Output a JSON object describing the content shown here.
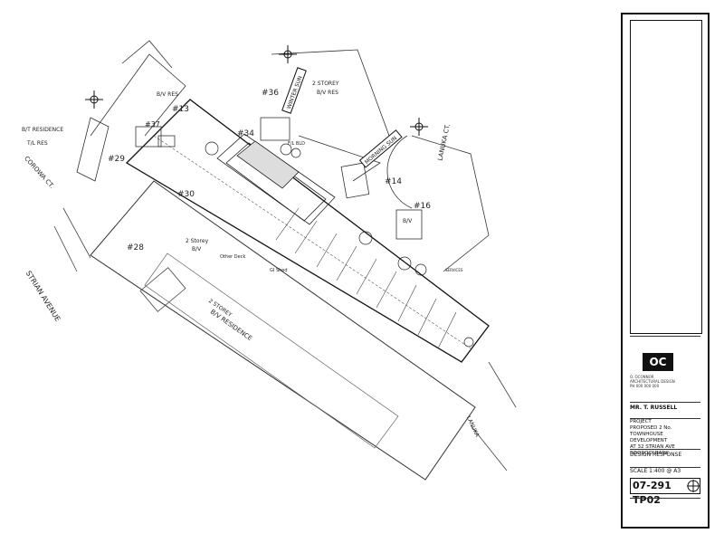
{
  "plan": {
    "street_labels": {
      "strian_avenue": "STRIAN AVENUE",
      "corowa_ct": "COROWA CT.",
      "lanuka_ct": "LANUKA CT."
    },
    "lot_labels": [
      "#13",
      "#34",
      "#36",
      "#37",
      "#29",
      "#30",
      "#28",
      "#14",
      "#16"
    ],
    "building_notes": {
      "storey_2": "2 STOREY",
      "bv_res_a": "B/V RES",
      "bv_res_b": "B/V RES",
      "bt_residence": "B/T RESIDENCE",
      "tl_res": "T/L RES",
      "two_storey": "2 Storey",
      "bv": "B/V",
      "b_v": "B/V",
      "other_deck": "Other Deck",
      "gi_shed": "GI Shed",
      "storey_2b": "2 STOREY",
      "bv_residence": "B/V RESIDENCE",
      "fl_bld": "F/L BLD"
    },
    "sun_signs": {
      "sign_1": "WINTER SUN",
      "sign_2": "MORNING SUN"
    },
    "other_labels": {
      "lanuka": "LANUKA",
      "services": "SERVICES"
    }
  },
  "title_block": {
    "logo": "OC",
    "firm_lines": [
      "O. OCONNOR",
      "ARCHITECTURAL DESIGN",
      "PH 000 000 000"
    ],
    "client": "MR. T. RUSSELL",
    "project_label": "PROJECT",
    "project_lines": [
      "PROPOSED 2 No.",
      "TOWNHOUSE DEVELOPMENT",
      "AT 32 STRIAN AVE",
      "BOOROOLBARK"
    ],
    "drawing_type": "DESIGN RESPONSE",
    "scale_label": "SCALE 1:400 @ A3",
    "drawing_number": "07-291 TP02"
  }
}
